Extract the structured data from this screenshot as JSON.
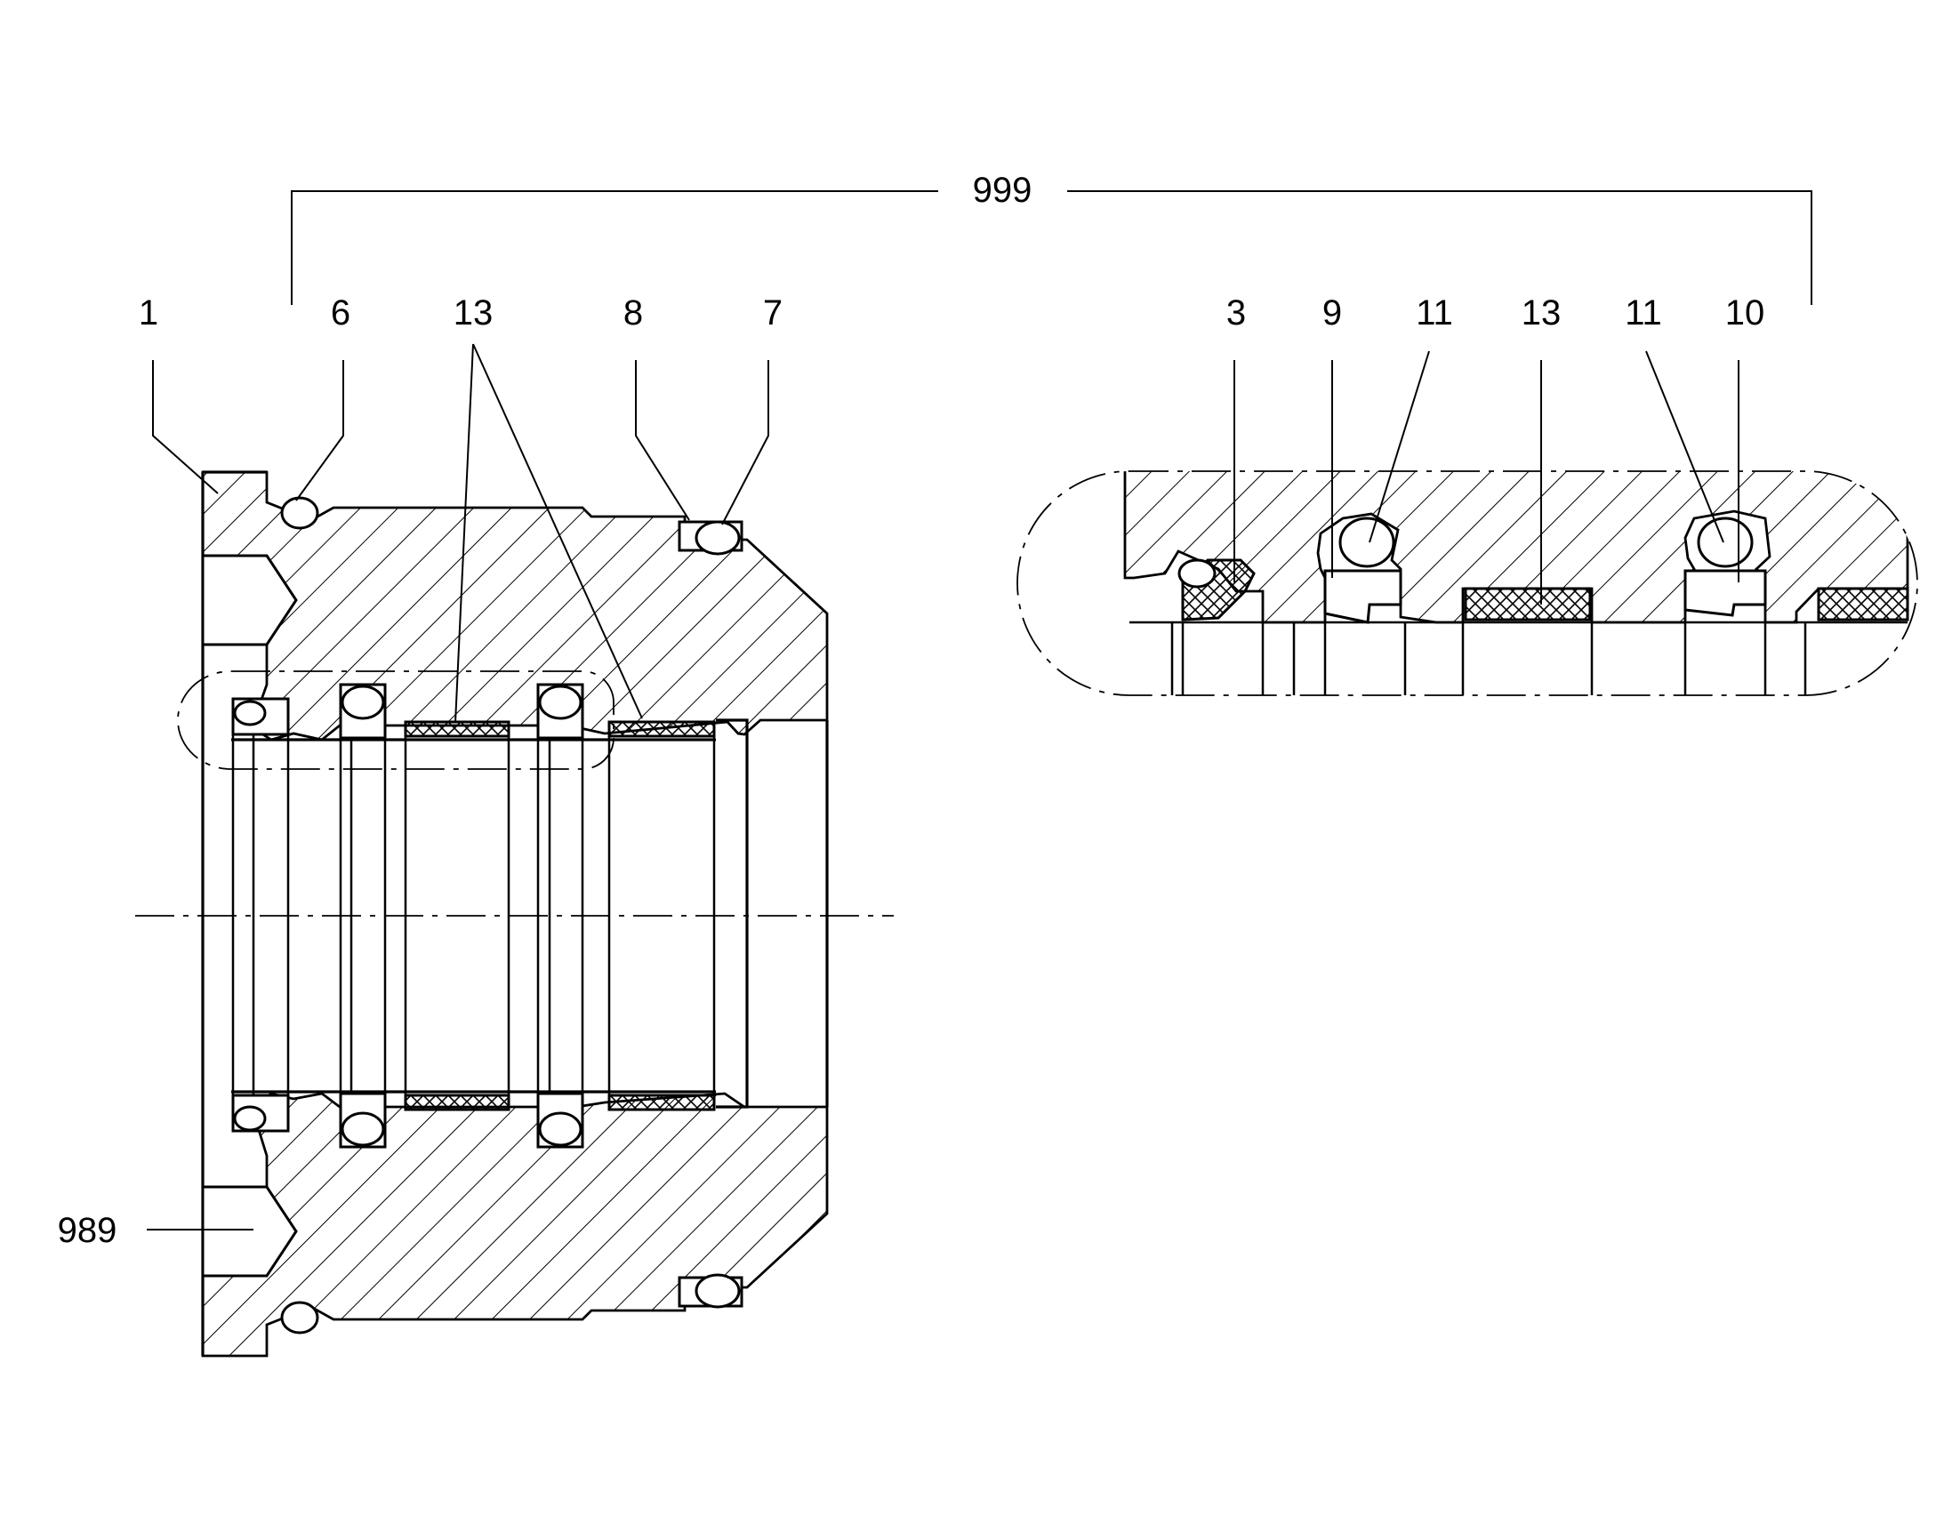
{
  "labels": {
    "assembly": "999",
    "housing": "1",
    "oring_flange": "6",
    "guide_ring": "13",
    "groove": "8",
    "oring_end": "7",
    "port": "989"
  },
  "detail_labels": {
    "wiper": "3",
    "seal_9": "9",
    "oring_a": "11",
    "guide_ring": "13",
    "oring_b": "11",
    "seal_10": "10"
  },
  "colors": {
    "line": "#000000",
    "background": "#ffffff"
  }
}
